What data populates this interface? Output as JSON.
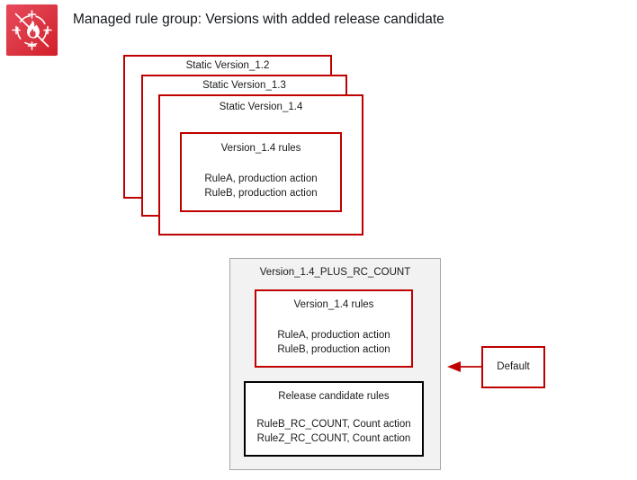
{
  "header": {
    "icon": "aws-waf-icon",
    "icon_colors": {
      "bg_light": "#e8485a",
      "bg_dark": "#d31f2a",
      "glyph": "#ffffff"
    },
    "title": "Managed rule group: Versions with added release candidate"
  },
  "palette": {
    "red": "#c00000",
    "black": "#000000",
    "gray_fill": "#f2f2f2",
    "gray_border": "#a6a6a6",
    "page_bg": "#ffffff"
  },
  "version_stack": [
    {
      "id": "static-version-1-2",
      "label": "Static Version_1.2"
    },
    {
      "id": "static-version-1-3",
      "label": "Static Version_1.3"
    },
    {
      "id": "static-version-1-4",
      "label": "Static Version_1.4"
    }
  ],
  "version_rules_box": {
    "title": "Version_1.4 rules",
    "rules": [
      "RuleA, production action",
      "RuleB, production action"
    ]
  },
  "rc_container": {
    "title": "Version_1.4_PLUS_RC_COUNT",
    "production_rules_box": {
      "title": "Version_1.4 rules",
      "rules": [
        "RuleA, production action",
        "RuleB, production action"
      ]
    },
    "release_candidate_box": {
      "title": "Release candidate rules",
      "rules": [
        "RuleB_RC_COUNT, Count action",
        "RuleZ_RC_COUNT, Count action"
      ]
    }
  },
  "callout": {
    "label": "Default",
    "arrow": "left-arrow-icon"
  }
}
